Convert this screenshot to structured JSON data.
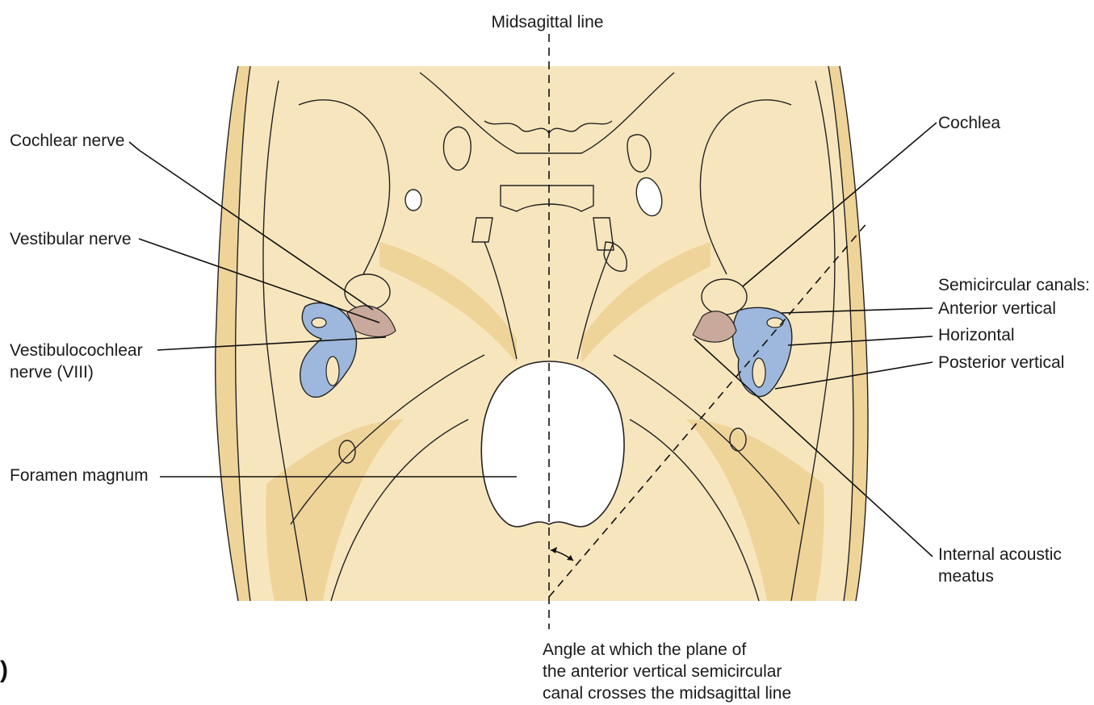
{
  "diagram": {
    "midline_label": "Midsagittal line",
    "left_labels": {
      "cochlear_nerve": "Cochlear nerve",
      "vestibular_nerve": "Vestibular nerve",
      "vestibulocochlear_line1": "Vestibulocochlear",
      "vestibulocochlear_line2": "nerve (VIII)",
      "foramen_magnum": "Foramen magnum"
    },
    "right_labels": {
      "cochlea": "Cochlea",
      "semicircular_canals": "Semicircular canals:",
      "anterior_vertical": "Anterior vertical",
      "horizontal": "Horizontal",
      "posterior_vertical": "Posterior vertical",
      "internal_acoustic_line1": "Internal acoustic",
      "internal_acoustic_line2": "meatus"
    },
    "angle_caption": [
      "Angle at which the plane of",
      "the anterior vertical semicircular",
      "canal crosses the midsagittal line"
    ],
    "panel_letter": ")",
    "colors": {
      "bone": "#f7e6bd",
      "bone_shadow": "#efd49a",
      "labyrinth": "#9db8dc",
      "nerve": "#c9a99b"
    }
  }
}
